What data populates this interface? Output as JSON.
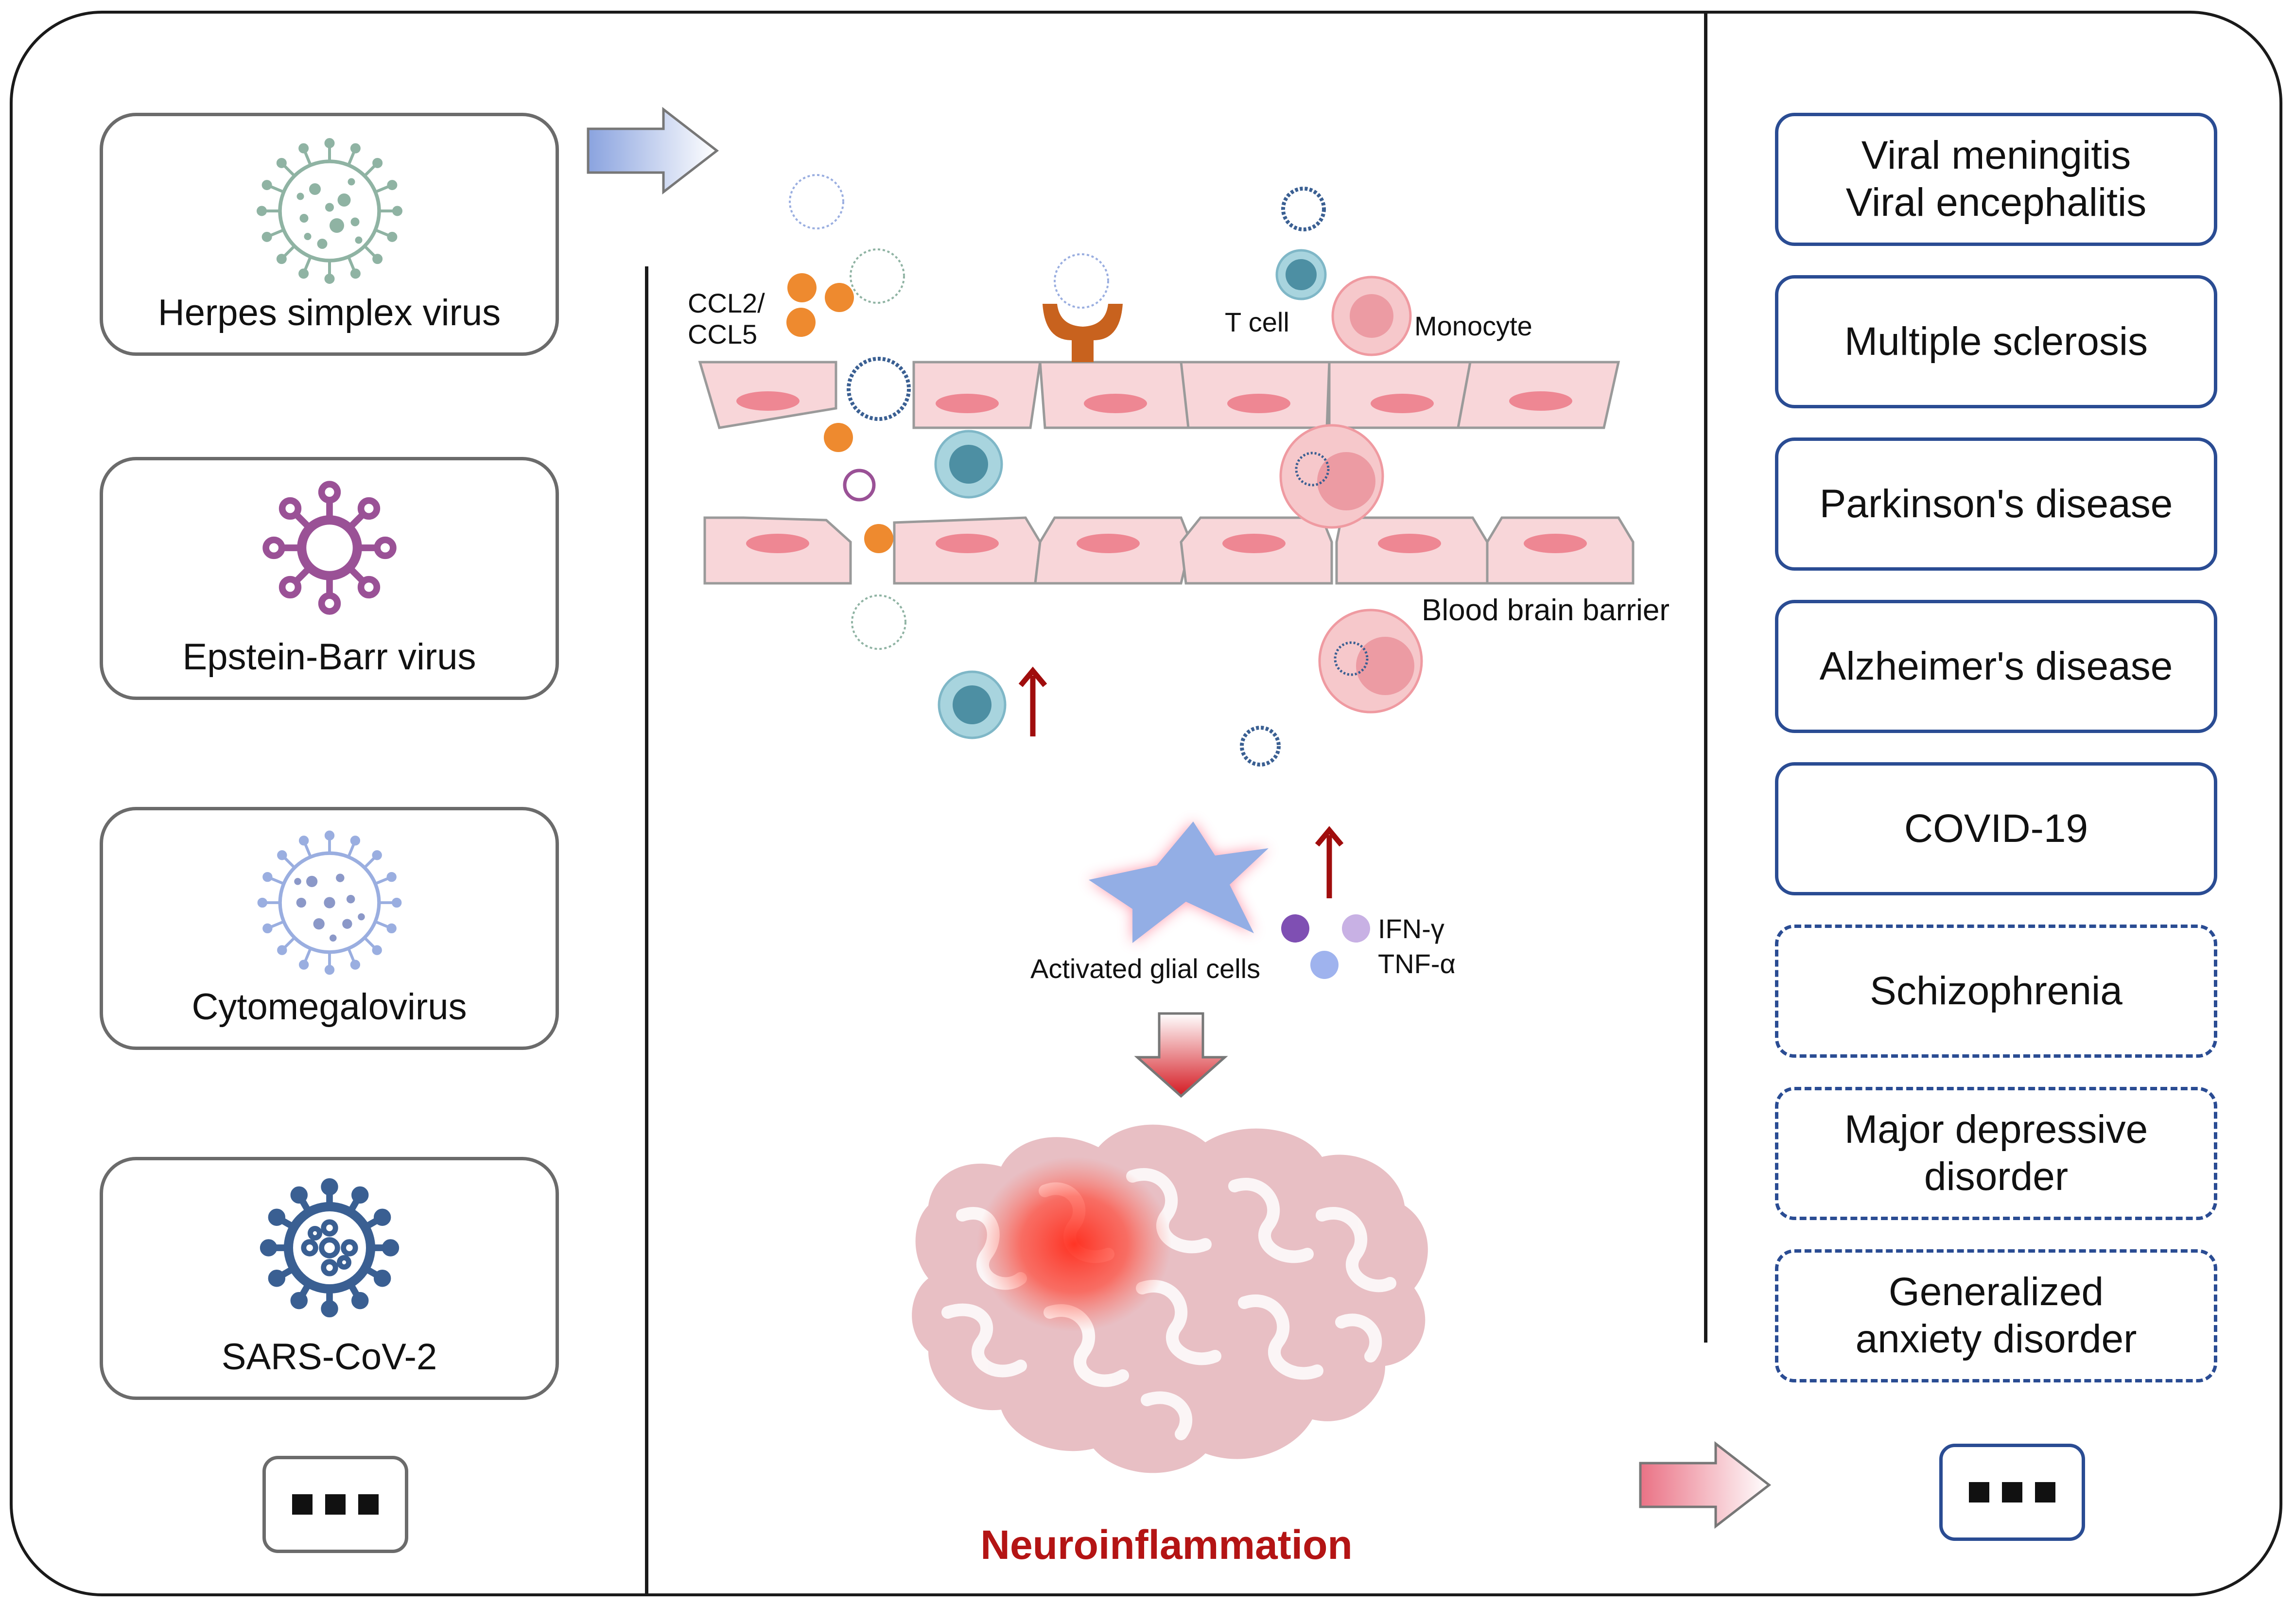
{
  "viruses": [
    {
      "label": "Herpes simplex virus",
      "icon": "herpes-virus-icon",
      "color": "#8fb3a3"
    },
    {
      "label": "Epstein-Barr virus",
      "icon": "epstein-barr-virus-icon",
      "color": "#9a5196"
    },
    {
      "label": "Cytomegalovirus",
      "icon": "cytomegalovirus-icon",
      "color": "#9aaee0"
    },
    {
      "label": "SARS-CoV-2",
      "icon": "sars-cov-2-icon",
      "color": "#3a5f92"
    }
  ],
  "diseases": [
    {
      "label": "Viral meningitis\nViral encephalitis",
      "style": "solid"
    },
    {
      "label": "Multiple sclerosis",
      "style": "solid"
    },
    {
      "label": "Parkinson's disease",
      "style": "solid"
    },
    {
      "label": "Alzheimer's disease",
      "style": "solid"
    },
    {
      "label": "COVID-19",
      "style": "solid"
    },
    {
      "label": "Schizophrenia",
      "style": "dashed"
    },
    {
      "label": "Major depressive\ndisorder",
      "style": "dashed"
    },
    {
      "label": "Generalized\nanxiety disorder",
      "style": "dashed"
    }
  ],
  "mechanism": {
    "ccl": "CCL2/\nCCL5",
    "t_cell": "T cell",
    "monocyte": "Monocyte",
    "bbb": "Blood brain barrier",
    "glial": "Activated glial cells",
    "ifn": "IFN-γ",
    "tnf": "TNF-α",
    "outcome": "Neuroinflammation"
  },
  "colors": {
    "endothelial_fill": "#f8d6d9",
    "endothelial_nucleus": "#ee8793",
    "chemokine": "#ee8a2f",
    "receptor": "#c8621e",
    "t_cell": "#7fb7c7",
    "monocyte": "#f1b5b8",
    "glial": "#93aee5",
    "neuro_text": "#b41414",
    "arrow_red": "#a00d0d",
    "box_border": "#2a4c93"
  }
}
